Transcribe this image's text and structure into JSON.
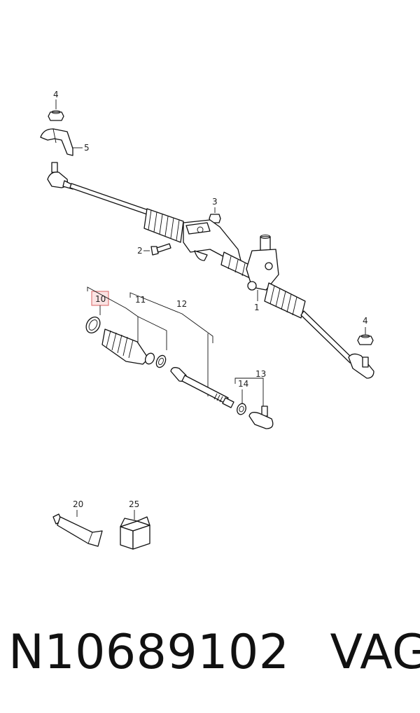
{
  "diagram": {
    "callouts": {
      "p1": "1",
      "p2": "2",
      "p3": "3",
      "p4a": "4",
      "p4b": "4",
      "p5": "5",
      "p10": "10",
      "p11": "11",
      "p12": "12",
      "p13": "13",
      "p14": "14",
      "p20": "20",
      "p25": "25"
    },
    "highlight_color": "#e07a7a",
    "highlight_fill": "#fbe3e3",
    "line_color": "#111111"
  },
  "caption": {
    "part_number": "N10689102",
    "brand": "VAG"
  }
}
